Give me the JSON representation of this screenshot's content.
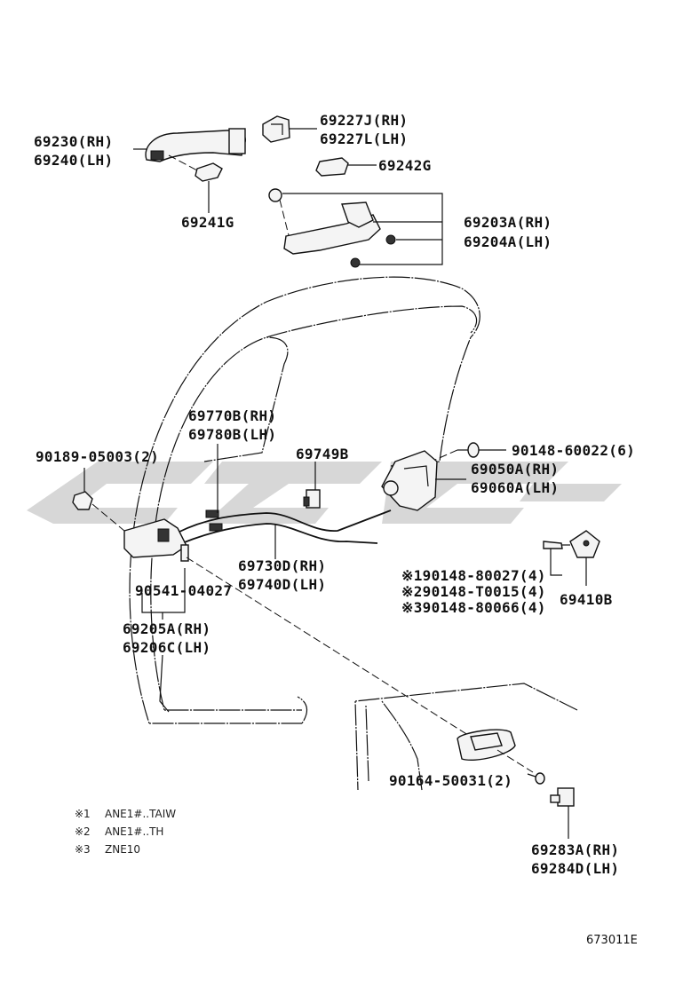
{
  "labels": {
    "p69230": "69230(RH)",
    "p69240": "69240(LH)",
    "p69227J": "69227J(RH)",
    "p69227L": "69227L(LH)",
    "p69242G": "69242G",
    "p69241G": "69241G",
    "p69203A": "69203A(RH)",
    "p69204A": "69204A(LH)",
    "p69770B": "69770B(RH)",
    "p69780B": "69780B(LH)",
    "p90189": "90189-05003(2)",
    "p69749B": "69749B",
    "p90148_60022": "90148-60022(6)",
    "p69050A": "69050A(RH)",
    "p69060A": "69060A(LH)",
    "p69730D": "69730D(RH)",
    "p69740D": "69740D(LH)",
    "p90541": "90541-04027",
    "p90148_80027": "※190148-80027(4)",
    "p90148_T0015": "※290148-T0015(4)",
    "p90148_80066": "※390148-80066(4)",
    "p69410B": "69410B",
    "p69205A": "69205A(RH)",
    "p69206C": "69206C(LH)",
    "p90164": "90164-50031(2)",
    "p69283A": "69283A(RH)",
    "p69284D": "69284D(LH)"
  },
  "notes": [
    {
      "mark": "※1",
      "text": "ANE1#..TAIW"
    },
    {
      "mark": "※2",
      "text": "ANE1#..TH"
    },
    {
      "mark": "※3",
      "text": "ZNE10"
    }
  ],
  "figure_id": "673011E"
}
